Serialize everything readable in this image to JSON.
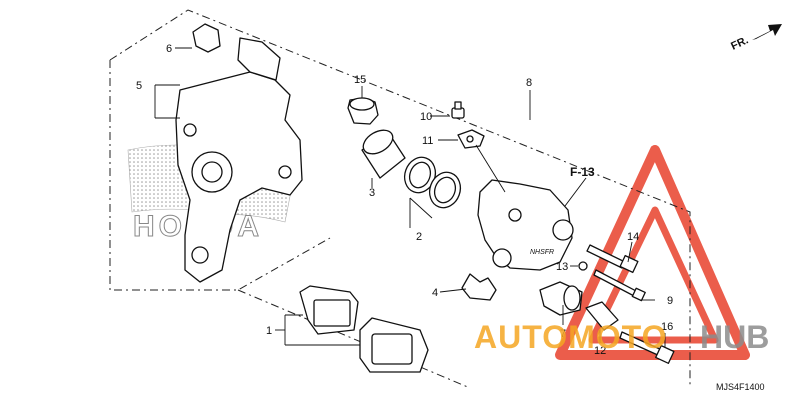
{
  "direction_label": "FR.",
  "section_ref": "F-13",
  "diagram_code": "MJS4F1400",
  "watermark": {
    "word_orange": "AUTOMOTO",
    "word_gray": "HUB",
    "color_orange": "#f5a623",
    "color_gray": "#8c8c8c",
    "triangle_color": "#e8412c"
  },
  "brand_mark": "HONDA",
  "callouts": [
    "1",
    "2",
    "3",
    "4",
    "5",
    "6",
    "7",
    "8",
    "9",
    "10",
    "11",
    "12",
    "13",
    "14",
    "15",
    "16"
  ]
}
